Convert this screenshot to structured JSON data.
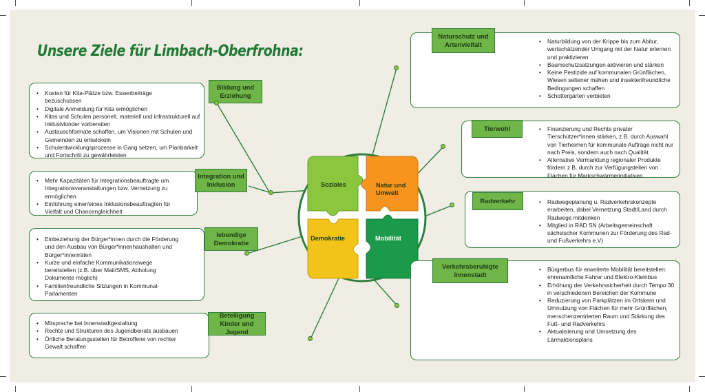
{
  "title": "Unsere Ziele für Limbach-Oberfrohna:",
  "center": {
    "segments": [
      "Soziales",
      "Natur und Umwelt",
      "Demokratie",
      "Mobilität"
    ],
    "colors": {
      "soziales": "#8cc63f",
      "natur": "#f7941d",
      "demokratie": "#f2c318",
      "mobilitaet": "#1b9a4b",
      "ring": "#2f7d3c"
    }
  },
  "left_boxes": [
    {
      "tag": "Bildung und Erziehung",
      "items": [
        "Kosten für Kita-Plätze bzw. Essenbeiträge bezuschussen",
        "Digitale Anmeldung für Kita ermöglichen",
        "Kitas und Schulen personell, materiell und infrastrukturell auf Inklusivkinder vorbereiten",
        "Austauschformate schaffen, um Visionen mit Schulen und Gemeinden zu entwickeln",
        "Schulentwicklungsprozesse in Gang setzen, um Planbarkeit und Fortschritt zu gewährleisten"
      ]
    },
    {
      "tag": "Integration und Inklusion",
      "items": [
        "Mehr Kapazitäten für Integrationsbeauftragte um Integrationsveranstaltungen bzw. Vernetzung zu ermöglichen",
        "Einführung einer/eines Inklusionsbeauftragten für Vielfalt und Chancengleichheit"
      ]
    },
    {
      "tag": "lebendige Demokratie",
      "items": [
        "Einbeziehung der Bürger*innen durch die Förderung und den Ausbau von Bürger*innenhaushalten und Bürger*innenräten",
        "Kurze und einfache Kommunikationswege bereitstellen (z.B. über Mail/SMS, Abholung Dokumente möglich)",
        "Familienfreundliche Sitzungen in Kommunal-Parlamenten"
      ]
    },
    {
      "tag": "Beteiligung Kinder und Jugend",
      "items": [
        "Mitsprache bei Innenstadtgestaltung",
        "Rechte und Strukturen des Jugendbeirats ausbauen",
        "Örtliche Beratungsstellen für Betroffene von rechter Gewalt schaffen"
      ]
    }
  ],
  "right_boxes": [
    {
      "tag": "Naturschutz und Artenvielfalt",
      "items": [
        "Naturbildung von der Krippe bis zum Abitur, wertschätzender Umgang mit der Natur erlernen und praktizieren",
        "Baumschutzsatzungen aktivieren und stärken",
        "Keine Pestizide auf kommunalen Grünflächen, Wiesen seltener mähen und insektenfreundliche Bedingungen schaffen",
        "Schottergärten verbieten"
      ]
    },
    {
      "tag": "Tierwohl",
      "items": [
        "Finanzierung und Rechte privater Tierschützer*innen stärken, z.B. durch Auswahl von Tierheimen für kommunale Aufträge nicht nur nach Preis, sondern auch nach Qualität",
        "Alternative Vermarktung regionaler Produkte fördern z.B. durch zur Verfügungstellen von Flächen für Markschwärmerinitiativen"
      ]
    },
    {
      "tag": "Radverkehr",
      "items": [
        "Radwegeplanung u. Radverkehrskonzepte erarbeiten, dabei Vernetzung Stadt/Land durch Radwege mitdenken",
        "Mitglied in RAD SN (Arbeitsgemeinschaft sächsischer Kommunen zur Förderung des Rad- und Fußverkehrs e.V)"
      ]
    },
    {
      "tag": "Verkehrsberuhigte Innenstadt",
      "items": [
        "Bürgerbus für erweiterte Mobilität bereitstellen: ehrenamtliche Fahrer und Elektro-Kleinbus",
        "Erhöhung der Verkehrssicherheit durch Tempo 30 in verschiedenen Bereichen der Kommune",
        "Reduzierung von Parkplätzen im Ortskern und Umnutzung von Flächen für mehr Grünflächen, menschenzentrierten Raum und Stärkung des Fuß- und Radverkehrs",
        "Aktualisierung und Umsetzung des Lärmaktionsplans"
      ]
    }
  ]
}
